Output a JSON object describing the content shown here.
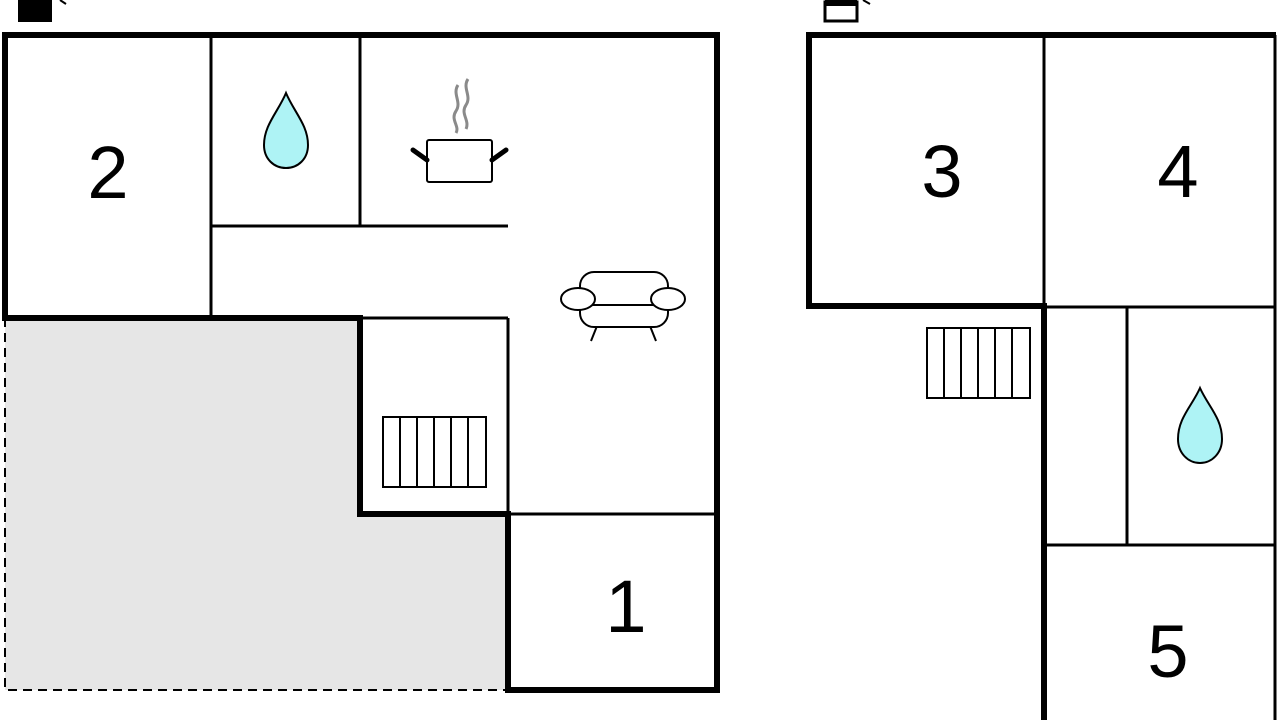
{
  "floors": [
    {
      "rooms": [
        {
          "number": "2"
        },
        {
          "number": "1"
        }
      ],
      "icons": [
        "water-drop-icon",
        "cooking-pot-icon",
        "sofa-icon",
        "staircase-icon",
        "compass-marker-icon"
      ],
      "shaded_area": "terrace"
    },
    {
      "rooms": [
        {
          "number": "3"
        },
        {
          "number": "4"
        },
        {
          "number": "5"
        }
      ],
      "icons": [
        "staircase-icon",
        "water-drop-icon",
        "compass-marker-icon"
      ]
    }
  ],
  "colors": {
    "wall": "#000000",
    "water": "#aef3f5",
    "terrace": "#e6e6e6",
    "steam": "#8a8a8a"
  }
}
